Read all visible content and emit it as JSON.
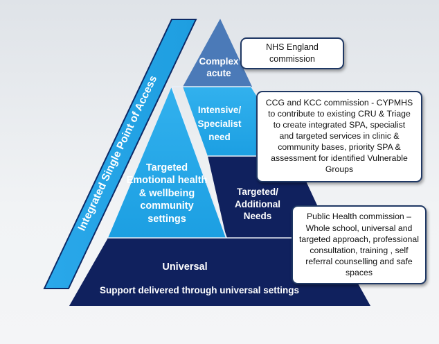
{
  "access_bar": {
    "label": "Integrated Single Point of Access"
  },
  "pyramid": {
    "complex_acute": {
      "lines": [
        "Complex",
        "acute"
      ]
    },
    "intensive": {
      "lines": [
        "Intensive/",
        "Specialist",
        "need"
      ]
    },
    "targeted_emotional": {
      "lines": [
        "Targeted",
        "Emotional health",
        "& wellbeing",
        "community",
        "settings"
      ]
    },
    "targeted_additional": {
      "lines": [
        "Targeted/",
        "Additional",
        "Needs"
      ]
    },
    "universal": {
      "title": "Universal",
      "subtitle": "Support delivered through universal settings"
    }
  },
  "callouts": {
    "nhs": {
      "lines": [
        "NHS England",
        "commission"
      ]
    },
    "ccg": {
      "lines": [
        "CCG and KCC commission -  CYPMHS",
        "to contribute to existing CRU & Triage",
        "to create integrated SPA, specialist",
        "and targeted services in clinic &",
        "community bases, priority SPA &",
        "assessment for identified Vulnerable",
        "Groups"
      ]
    },
    "public_health": {
      "lines": [
        "Public Health commission –",
        "Whole school, universal and",
        "targeted approach, professional",
        "consultation,  training , self",
        "referral  counselling and safe",
        "spaces"
      ]
    }
  },
  "colors": {
    "navy": "#10215e",
    "light_blue": "#21a7e8",
    "slate": "#4b7ab8",
    "bar_border": "#0d2a66"
  }
}
